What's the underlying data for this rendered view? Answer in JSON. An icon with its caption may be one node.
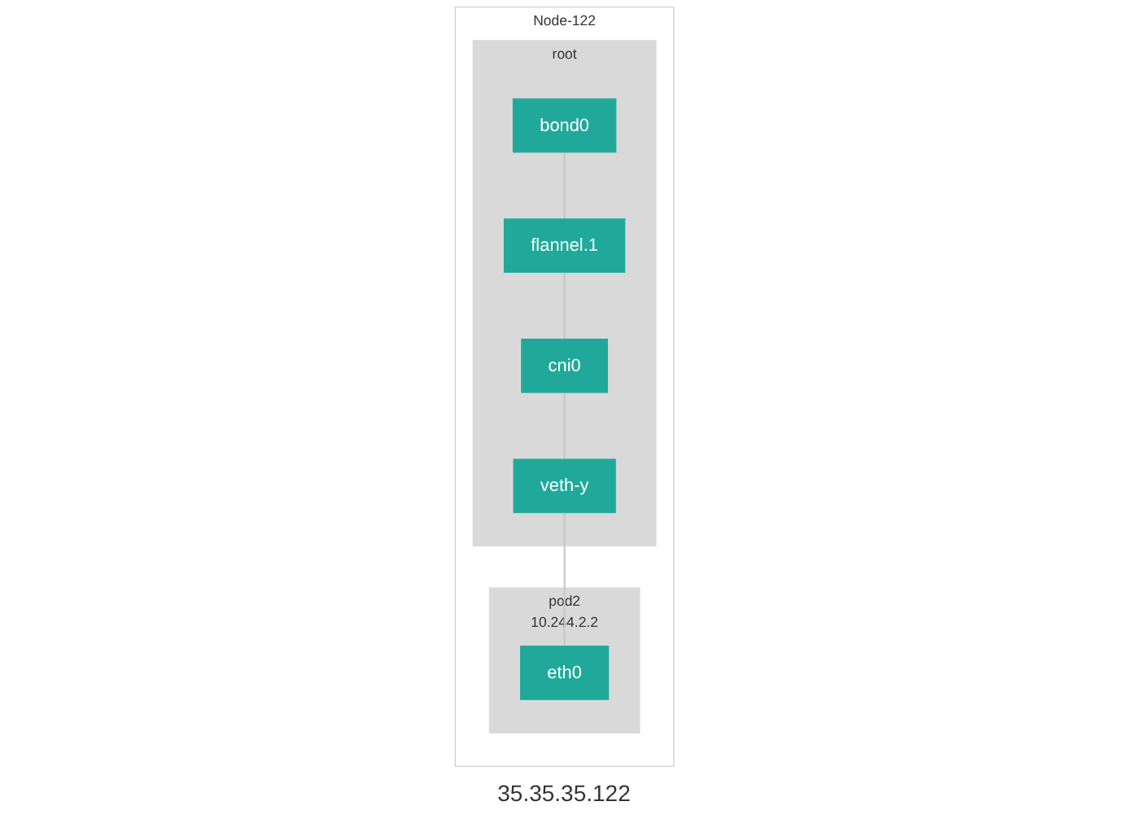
{
  "diagram": {
    "nodes": [
      {
        "text": [
          "Node-122"
        ],
        "beside": [
          "35.35.35.122"
        ]
      },
      {
        "text": [
          "root"
        ],
        "in": 0
      },
      {
        "text": [
          "bond0"
        ],
        "in": 1
      },
      {
        "text": [
          "flannel.1"
        ],
        "in": 1
      },
      {
        "text": [
          "cni0"
        ],
        "in": 1
      },
      {
        "text": [
          "veth-y"
        ],
        "in": 1
      },
      {
        "text": [
          "pod2",
          "10.244.2.2"
        ],
        "in": 0
      },
      {
        "text": [
          "eth0"
        ],
        "in": 6
      }
    ],
    "edges": [
      {
        "from": 2,
        "to": 3,
        "arrow": "none"
      },
      {
        "from": 3,
        "to": 4,
        "arrow": "none"
      },
      {
        "from": 4,
        "to": 5,
        "arrow": "none"
      },
      {
        "from": 5,
        "to": 7,
        "arrow": "none"
      }
    ]
  }
}
